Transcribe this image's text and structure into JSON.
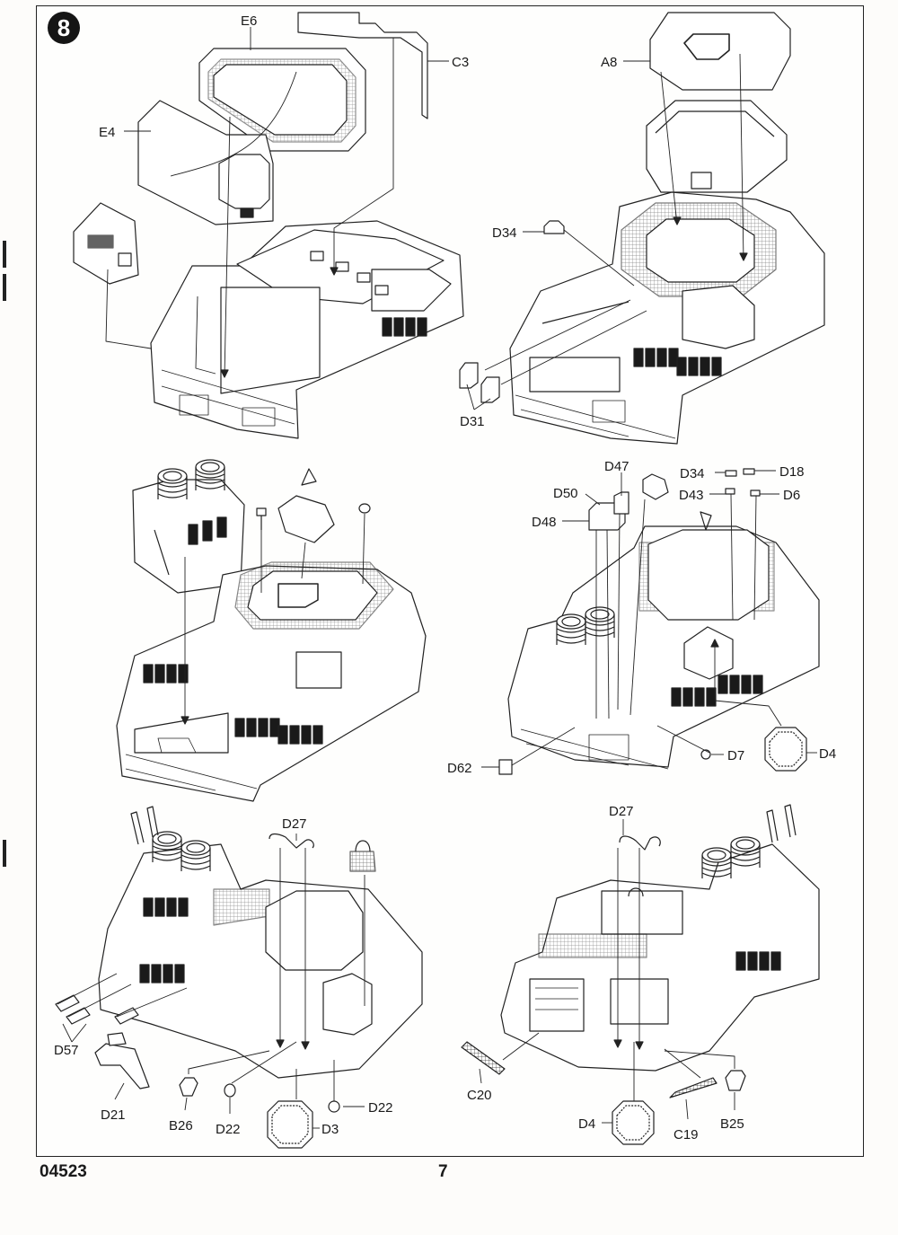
{
  "step": "8",
  "footer": {
    "code": "04523",
    "page": "7"
  },
  "labels": {
    "E6": "E6",
    "C3": "C3",
    "E4": "E4",
    "A8": "A8",
    "D34": "D34",
    "D31": "D31",
    "D47": "D47",
    "D50": "D50",
    "D48": "D48",
    "D18": "D18",
    "D43": "D43",
    "D6": "D6",
    "D62": "D62",
    "D7": "D7",
    "D4": "D4",
    "D27": "D27",
    "D57": "D57",
    "D21": "D21",
    "B26": "B26",
    "D22": "D22",
    "D3": "D3",
    "C20": "C20",
    "C19": "C19",
    "B25": "B25"
  }
}
